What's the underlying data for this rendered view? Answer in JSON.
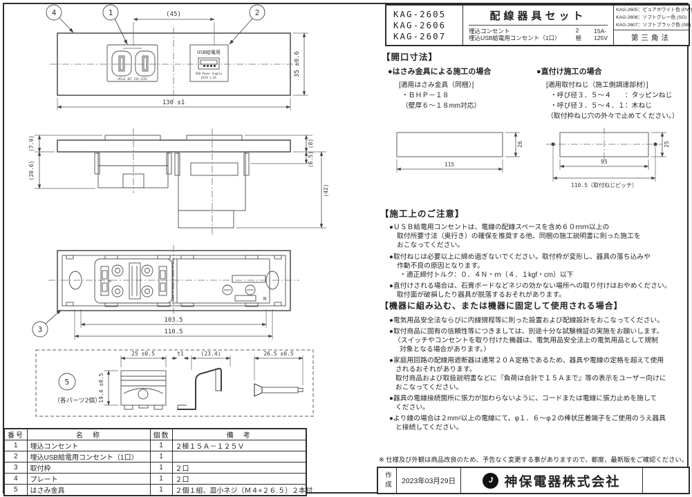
{
  "title_block": {
    "models": [
      "KAG-2605",
      "KAG-2606",
      "KAG-2607"
    ],
    "product_title": "配線器具セット",
    "sub_line1": "埋込コンセント",
    "sub_line2": "埋込USB給電用コンセント（1口）",
    "poles": "2極",
    "rating": "15A-125V",
    "colors": [
      "KAG-2605：ピュアホワイト色 (PW)",
      "KAG-2606：ソフトグレー色 (SG)",
      "KAG-2607：ソフトブラック色 (SB)"
    ],
    "projection": "第三角法"
  },
  "drawings": {
    "balloons": {
      "b1": "1",
      "b2": "2",
      "b3": "3",
      "b4": "4",
      "b5": "5"
    },
    "front": {
      "dim_span": "(45)",
      "dim_width": "130 ±1",
      "dim_height": "35 ±0.6",
      "outlet_mark": "<PS>E JET 15A-125V",
      "usb_label": "USB給電用",
      "usb_sub1": "USB Power Supply",
      "usb_sub2": "DC5V 2.4A"
    },
    "side": {
      "dim_79": "(7.9)",
      "dim_206": "(20.6)",
      "dim_8": "(8)",
      "dim_65": "(6.5)",
      "dim_42": "(42)"
    },
    "rear": {
      "dim_1035": "103.5",
      "dim_1105": "110.5",
      "n_mark": "N"
    },
    "parts": {
      "caption": "（各パーツ2個）",
      "dim_25": "25 ±0.5",
      "dim_t1": "t1",
      "dim_234": "(23.4)",
      "dim_265": "26.5 ±0.5",
      "dim_194": "19.4 ±0.5"
    }
  },
  "opening": {
    "heading": "【開口寸法】",
    "clip_title": "●はさみ金具による施工の場合",
    "clip_l1": "[適用はさみ金具（同梱）]",
    "clip_l2": "・ＢＨＰ－１８",
    "clip_l3": "（壁厚６～１８mm対応）",
    "direct_title": "●直付け施工の場合",
    "direct_l1": "[適用取付ねじ（施工側調達部材）]",
    "direct_l2": "・呼び径３．５～４　　：タッピンねじ",
    "direct_l3": "・呼び径３．５～４．１：木ねじ",
    "direct_l4": "（取付枠ねじ穴の外々で止めてください。）",
    "dim_115": "115",
    "dim_26": "26",
    "dim_95": "95",
    "dim_25": "25",
    "dim_pitch": "110.5（取付ねじピッチ）"
  },
  "notes1": {
    "heading": "【施工上のご注意】",
    "l1": "●ＵＳＢ給電用コンセントは、電線の配線スペースを含め６０ｍｍ以上の",
    "l2": "取付所要寸法（奥行き）の確保を推奨する他、同梱の施工説明書に則った施工を",
    "l3": "おこなってください。",
    "l4": "●取付ねじは必要以上に締め過ぎないでください。取付枠が変形し、器具の落ち込みや",
    "l5": "作動不良の原因となります。",
    "l6": "・適正締付トルク：０．４Ｎ・ｍ（４．１kgf・cm）以下",
    "l7": "●直付けされる場合は、石膏ボードなどネジの効かない場所への取り付けはおやめください。",
    "l8": "取付面が破損したり器具が脱落するおそれがあります。"
  },
  "notes2": {
    "heading": "【機器に組み込む、または機器に固定して使用される場合】",
    "l1": "●電気用品安全法ならびに内線規程等に則った設置および配線設計をおこなってください。",
    "l2": "●取付商品に固有の信頼性等につきましては、別途十分な試験検証の実施をお願いします。",
    "l3": "〈スイッチやコンセントを取り付けた機器は、電気用品安全法上の電気用品として規制",
    "l4": "対象となる場合があります。〉",
    "l5": "●家庭用回路の配線用遮断器は通常２０Ａ定格であるため、器具や電線の定格を超えて使用",
    "l6": "されるおそれがあります。",
    "l7": "取付商品および取扱説明書などに『負荷は合計で１５Ａまで』等の表示をユーザー向けに",
    "l8": "おこなってください。",
    "l9": "●器具の電線接続箇所に張力が加わらないように、コードまたは電線に張力止めを施して",
    "l10": "ください。",
    "l11": "●より線の場合は２mm²以上の電線にて、φ１．６～φ２の棒状圧着端子をご使用のうえ器具",
    "l12": "と接続してください。"
  },
  "disclaimer": "※ 仕様及び外観は商品改良のため、予告なく変更する事がありますので、都度、最新版をご確認ください。",
  "parts_table": {
    "headers": [
      "番号",
      "名　称",
      "個数",
      "備　考"
    ],
    "rows": [
      [
        "1",
        "埋込コンセント",
        "1",
        "２極１５Ａ－１２５Ｖ"
      ],
      [
        "2",
        "埋込USB給電用コンセント（1口）",
        "1",
        ""
      ],
      [
        "3",
        "取付枠",
        "1",
        "２口"
      ],
      [
        "4",
        "プレート",
        "1",
        "２口"
      ],
      [
        "5",
        "はさみ金具",
        "1",
        "２個１組、皿小ネジ（Ｍ４×２６.５）２本付"
      ]
    ]
  },
  "footer": {
    "created_label": "作成",
    "date": "2023年03月29日",
    "company": "神保電器株式会社",
    "logo_text": "J"
  }
}
